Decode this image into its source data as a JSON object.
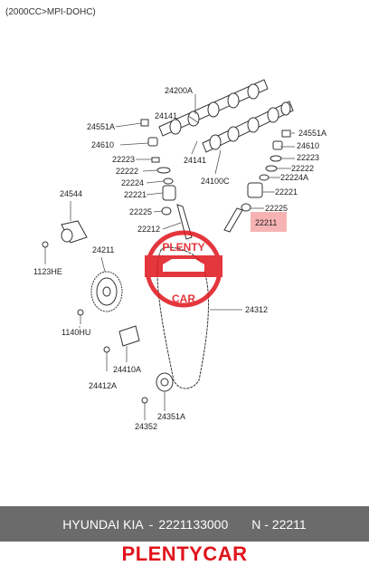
{
  "header": "(2000CC>MPI-DOHC)",
  "labels": {
    "p24200A": "24200A",
    "p24141a": "24141",
    "p24551A_l": "24551A",
    "p24610_l": "24610",
    "p22223_l": "22223",
    "p22222_l": "22222",
    "p22224_l": "22224",
    "p22221_l": "22221",
    "p22225_l": "22225",
    "p22212": "22212",
    "p24544": "24544",
    "p1123HE": "1123HE",
    "p24211": "24211",
    "p1140HU": "1140HU",
    "p24410A": "24410A",
    "p24412A": "24412A",
    "p24352": "24352",
    "p24351A": "24351A",
    "p24312": "24312",
    "p24141b": "24141",
    "p24100C": "24100C",
    "p24551A_r": "24551A",
    "p24610_r": "24610",
    "p22223_r": "22223",
    "p22222_r": "22222",
    "p22224A": "22224A",
    "p22221_r": "22221",
    "p22225_r": "22225",
    "p22211": "22211"
  },
  "watermark": {
    "top": "PLENTY",
    "bottom": "CAR"
  },
  "footer": {
    "brand_model": "HYUNDAI  KIA",
    "sep1": "-",
    "part_number": "2221133000",
    "ref": "N - 22211"
  },
  "brand": "PLENTYCAR",
  "colors": {
    "highlight": "#f6a6a6",
    "watermark_red": "#e0141c",
    "footer_band": "#6b6b6b"
  }
}
